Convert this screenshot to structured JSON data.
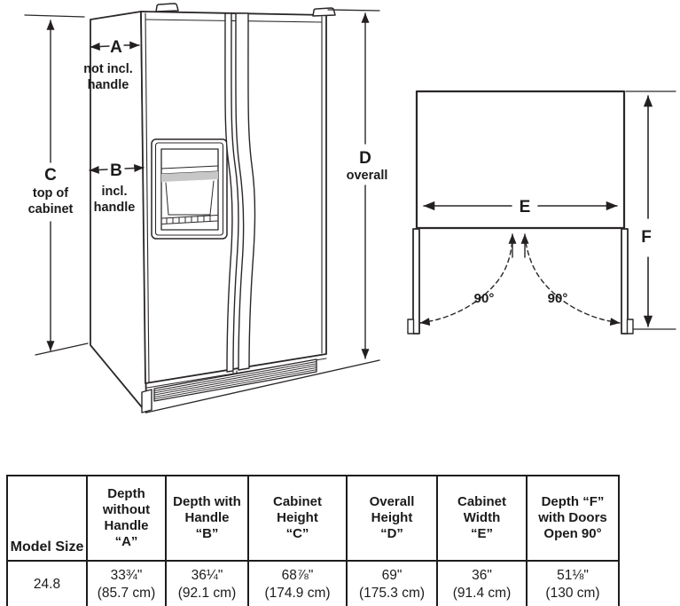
{
  "colors": {
    "ink": "#231f20",
    "shelf_gray": "#c7c7c7"
  },
  "front_view": {
    "dim_a_letter": "A",
    "dim_a_note1": "not incl.",
    "dim_a_note2": "handle",
    "dim_b_letter": "B",
    "dim_b_note1": "incl.",
    "dim_b_note2": "handle",
    "dim_c_letter": "C",
    "dim_c_note1": "top of",
    "dim_c_note2": "cabinet",
    "dim_d_letter": "D",
    "dim_d_note1": "overall"
  },
  "top_view": {
    "dim_e_letter": "E",
    "dim_f_letter": "F",
    "left_door_angle": "90°",
    "right_door_angle": "90°"
  },
  "table": {
    "columns": [
      {
        "header": "Model Size"
      },
      {
        "header": "Depth\nwithout\nHandle\n“A”"
      },
      {
        "header": "Depth with\nHandle\n“B”"
      },
      {
        "header": "Cabinet\nHeight\n“C”"
      },
      {
        "header": "Overall\nHeight\n“D”"
      },
      {
        "header": "Cabinet\nWidth\n“E”"
      },
      {
        "header": "Depth “F”\nwith Doors\nOpen 90°"
      }
    ],
    "row": [
      "24.8",
      "33¾\"\n(85.7 cm)",
      "36¼\"\n(92.1 cm)",
      "68⅞\"\n(174.9 cm)",
      "69\"\n(175.3 cm)",
      "36\"\n(91.4 cm)",
      "51⅛\"\n(130 cm)"
    ]
  }
}
